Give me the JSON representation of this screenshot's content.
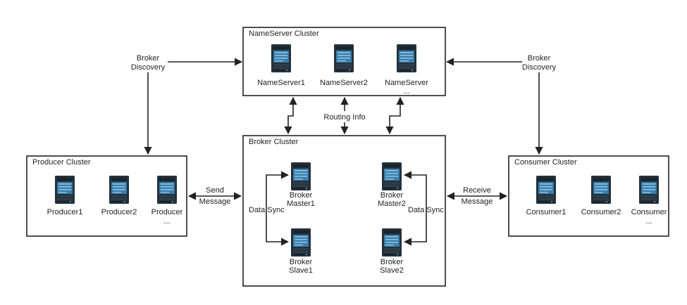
{
  "clusters": {
    "nameserver": {
      "title": "NameServer Cluster",
      "servers": [
        {
          "label": "NameServer1"
        },
        {
          "label": "NameServer2"
        },
        {
          "label": "NameServer",
          "sub": "..."
        }
      ]
    },
    "broker": {
      "title": "Broker Cluster",
      "servers": [
        {
          "line1": "Broker",
          "line2": "Master1"
        },
        {
          "line1": "Broker",
          "line2": "Master2"
        },
        {
          "line1": "Broker",
          "line2": "Slave1"
        },
        {
          "line1": "Broker",
          "line2": "Slave2"
        }
      ]
    },
    "producer": {
      "title": "Producer Cluster",
      "servers": [
        {
          "label": "Producer1"
        },
        {
          "label": "Producer2"
        },
        {
          "label": "Producer",
          "sub": "..."
        }
      ]
    },
    "consumer": {
      "title": "Consumer Cluster",
      "servers": [
        {
          "label": "Consumer1"
        },
        {
          "label": "Consumer2"
        },
        {
          "label": "Consumer",
          "sub": "..."
        }
      ]
    }
  },
  "connections": {
    "broker_discovery_left": {
      "line1": "Broker",
      "line2": "Discovery"
    },
    "broker_discovery_right": {
      "line1": "Broker",
      "line2": "Discovery"
    },
    "routing_info": "Routing Info",
    "send_message": {
      "line1": "Send",
      "line2": "Message"
    },
    "receive_message": {
      "line1": "Receive",
      "line2": "Message"
    },
    "data_sync_left": "Data Sync",
    "data_sync_right": "Data Sync"
  },
  "icon": "server-rack-icon",
  "colors": {
    "line": "#222222",
    "server_body": "#24313b",
    "server_panel": "#3a7eab"
  }
}
